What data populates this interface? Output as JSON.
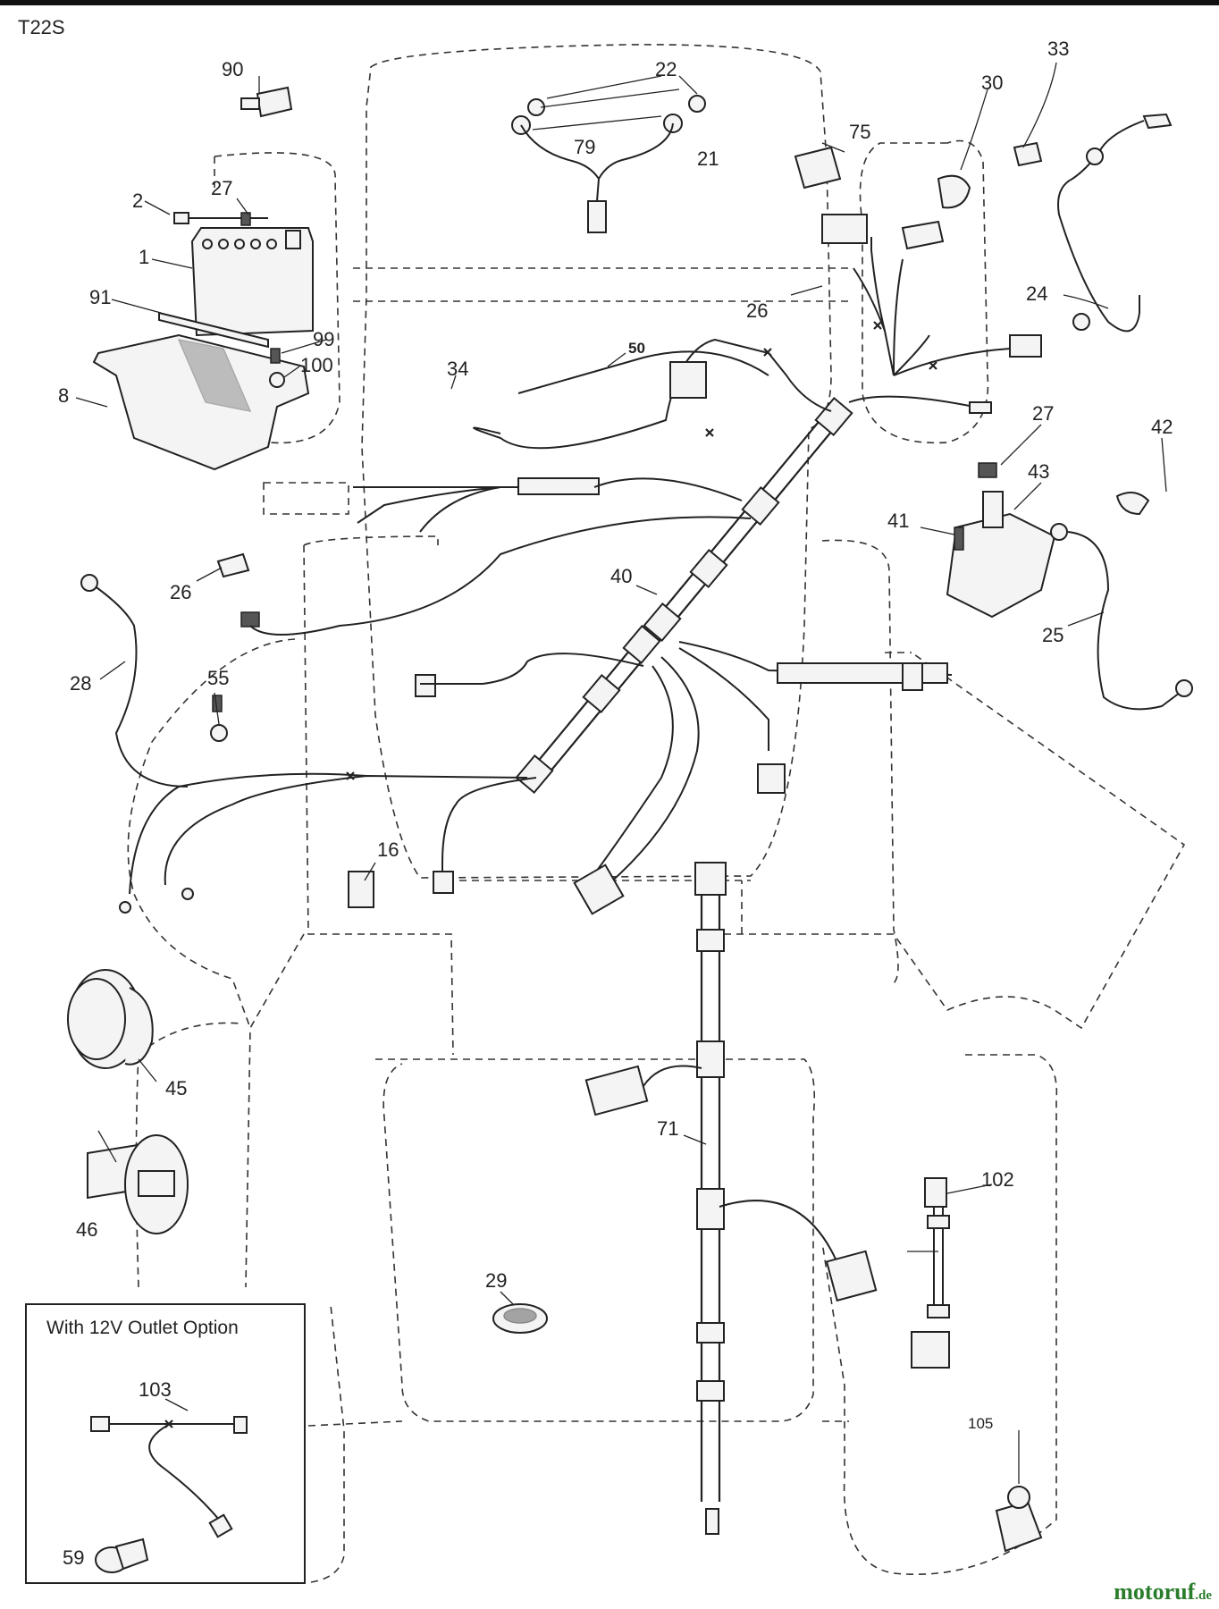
{
  "page_code": "T22S",
  "option_box": {
    "title": "With 12V Outlet Option"
  },
  "callouts": {
    "c22": "22",
    "c79": "79",
    "c21": "21",
    "c75": "75",
    "c30": "30",
    "c33": "33",
    "c90": "90",
    "c2": "2",
    "c27a": "27",
    "c1": "1",
    "c91": "91",
    "c99": "99",
    "c100": "100",
    "c8": "8",
    "c26a": "26",
    "c24": "24",
    "c50": "50",
    "c34": "34",
    "c27b": "27",
    "c42": "42",
    "c43": "43",
    "c41": "41",
    "c40": "40",
    "c25": "25",
    "c26b": "26",
    "c28": "28",
    "c55": "55",
    "c16": "16",
    "c45": "45",
    "c46": "46",
    "c71": "71",
    "c102": "102",
    "c29": "29",
    "c103": "103",
    "c59": "59",
    "c105": "105"
  },
  "watermark": {
    "name": "motoruf",
    "tld": ".de"
  }
}
